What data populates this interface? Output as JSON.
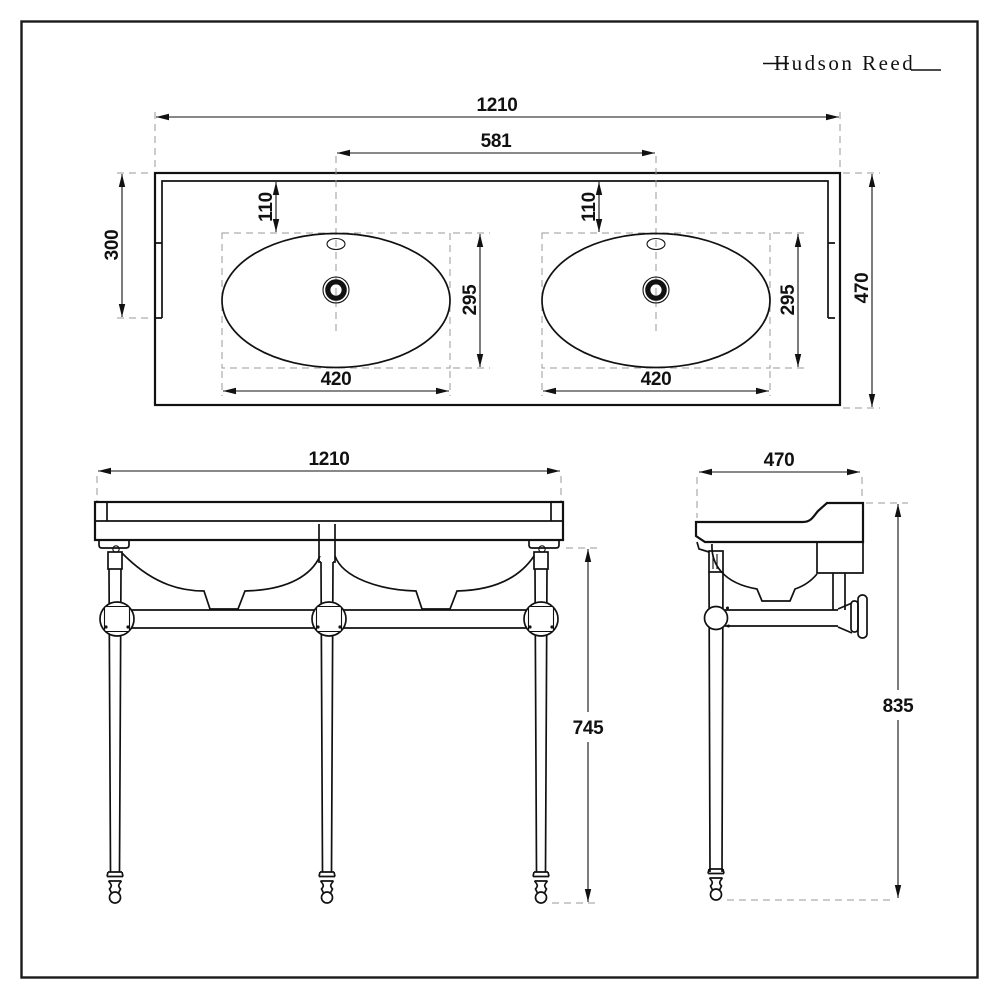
{
  "brand": {
    "name": "Hudson Reed"
  },
  "style": {
    "ink": "#111111",
    "dash_color": "#9a9a9a",
    "background": "#ffffff"
  },
  "top_view": {
    "overall_width": "1210",
    "tap_hole_spacing": "581",
    "tap_setback_left": "110",
    "tap_setback_right": "110",
    "left_section_depth": "300",
    "overall_depth": "470",
    "basin_left_depth": "295",
    "basin_right_depth": "295",
    "basin_left_width": "420",
    "basin_right_width": "420"
  },
  "front_view": {
    "overall_width": "1210",
    "understructure_height": "745"
  },
  "side_view": {
    "overall_depth": "470",
    "overall_height": "835"
  }
}
